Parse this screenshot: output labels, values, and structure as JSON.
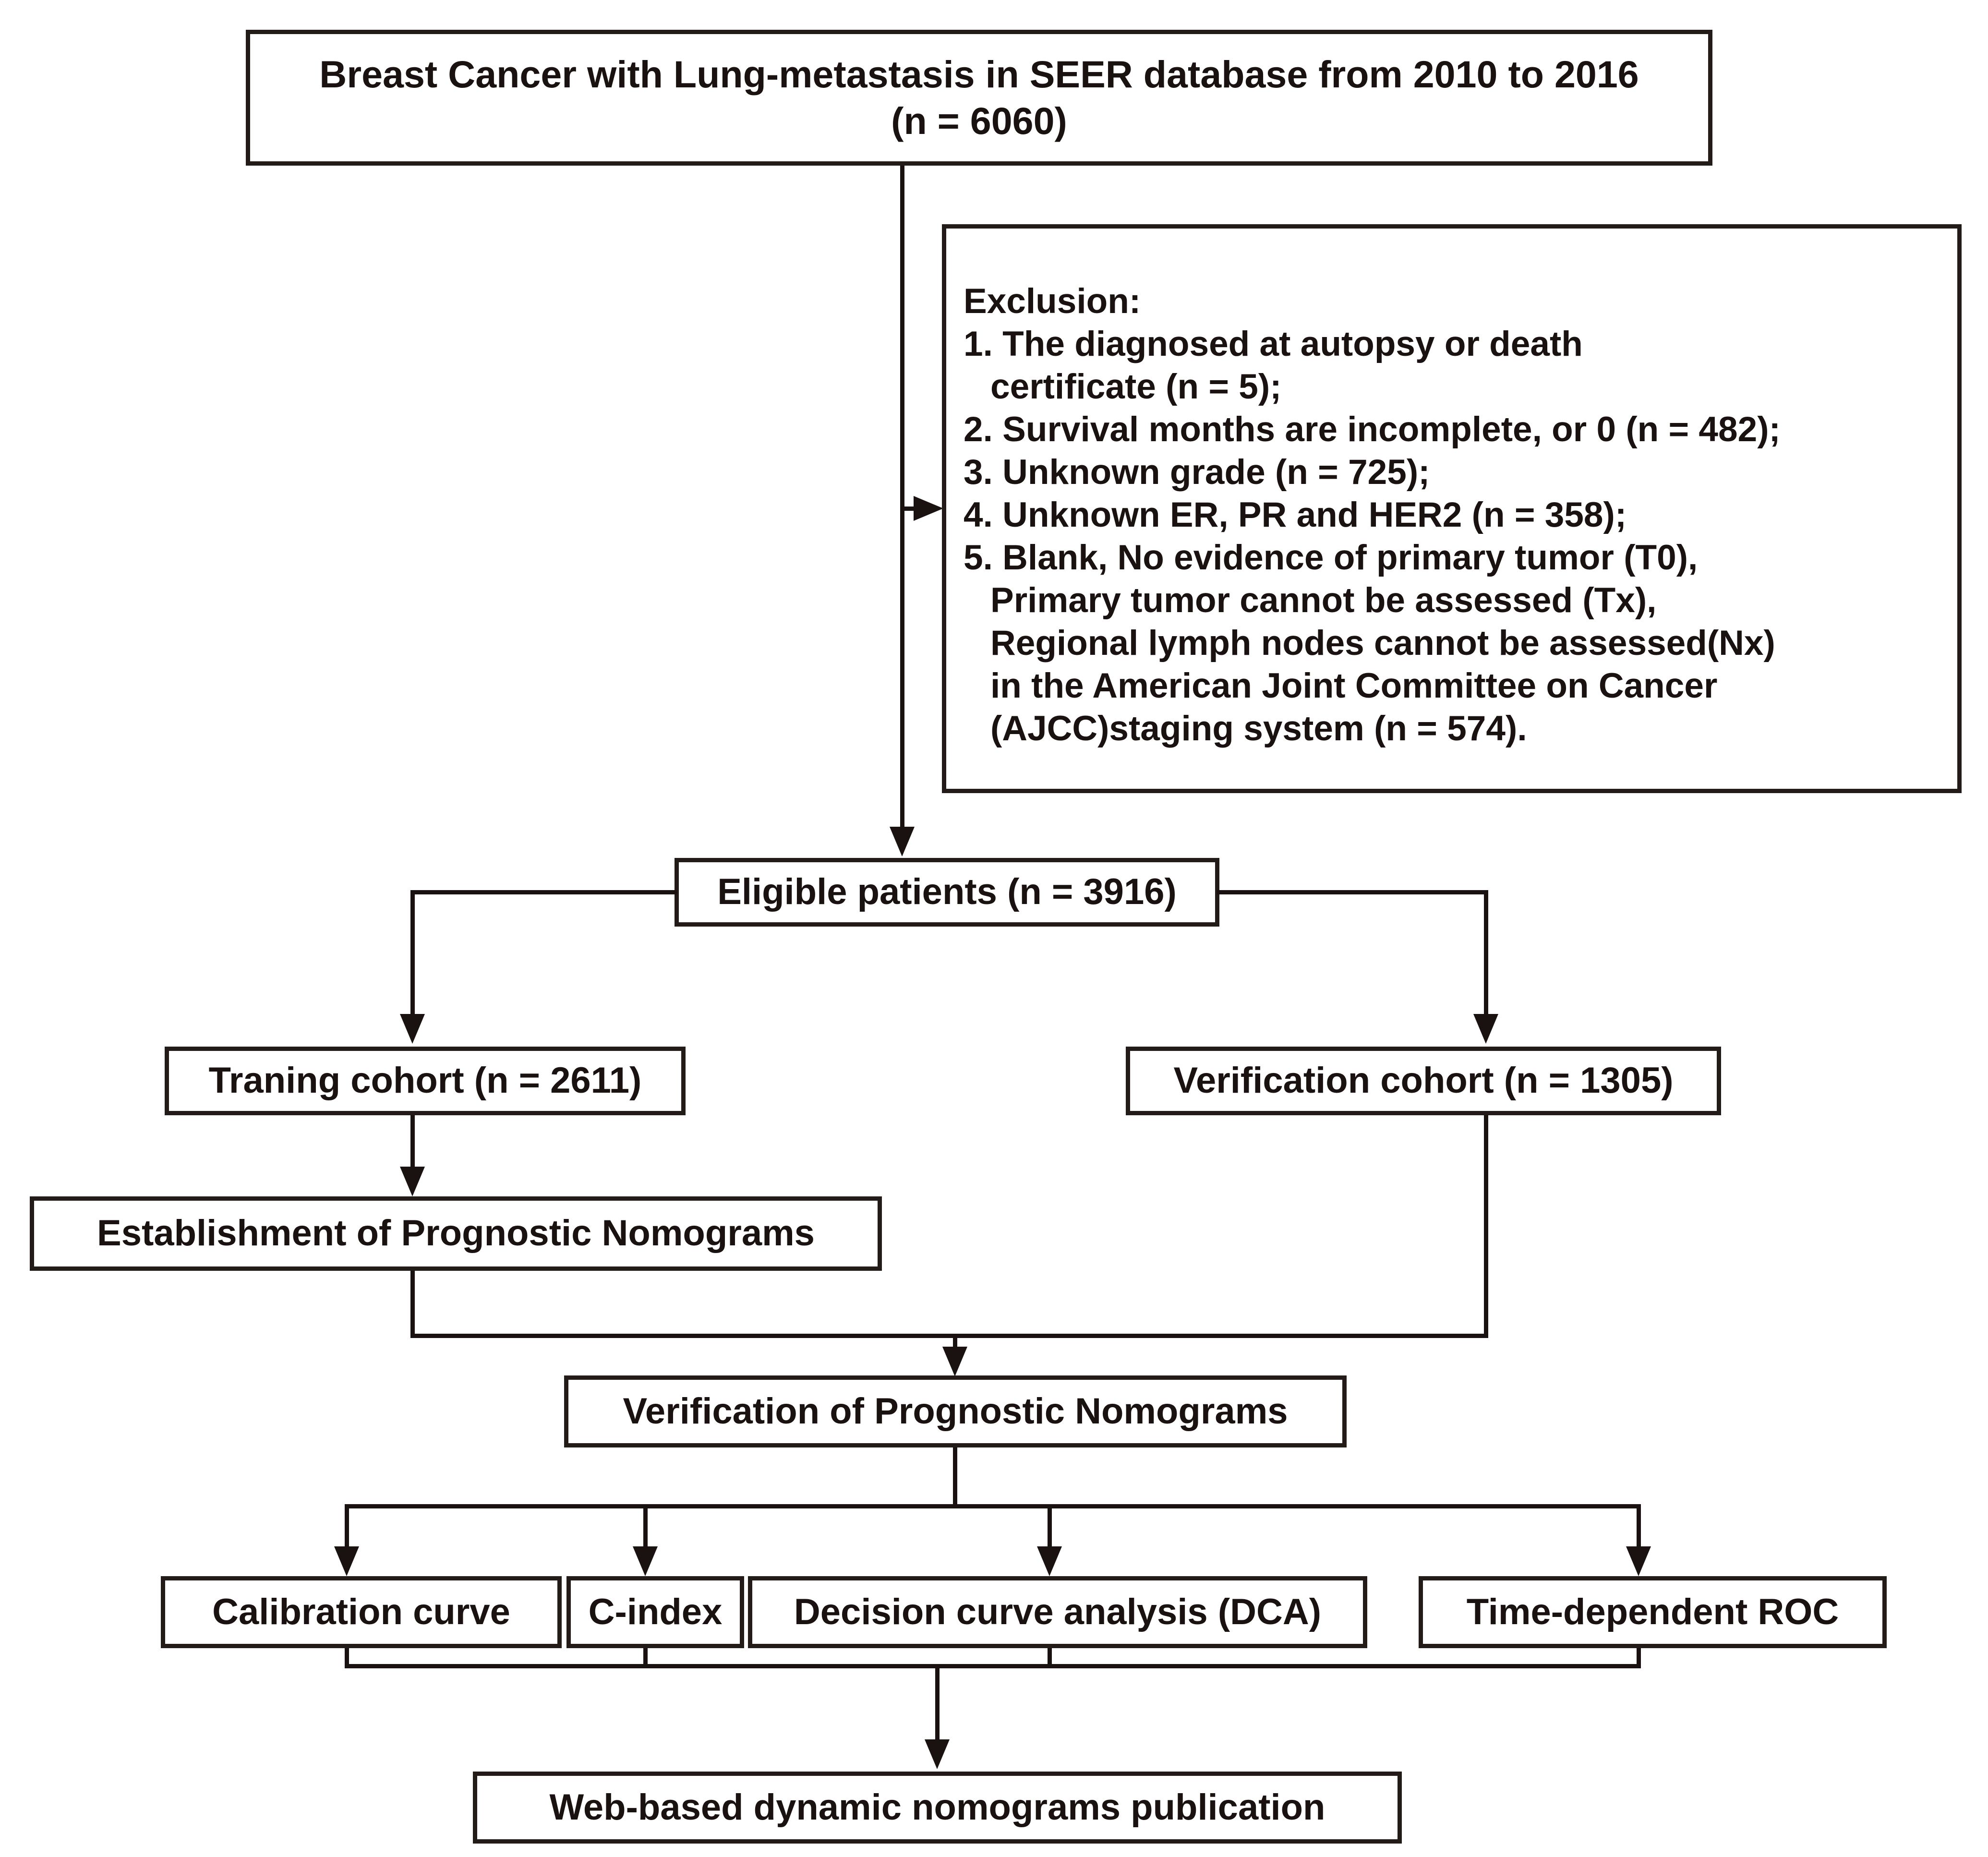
{
  "diagram": {
    "title": "Breast cancer lung metastasis SEER study flowchart",
    "colors": {
      "ink": "#1a1210",
      "box_border": "#231b17",
      "background": "#ffffff"
    }
  },
  "nodes": {
    "source": {
      "line1": "Breast Cancer with Lung-metastasis in SEER database from 2010 to 2016",
      "line2": "(n = 6060)"
    },
    "exclusion": {
      "heading": "Exclusion:",
      "items": [
        {
          "main": "1. The diagnosed at autopsy or death",
          "cont": [
            "certificate (n = 5);"
          ]
        },
        {
          "main": "2. Survival months are incomplete, or 0 (n = 482);",
          "cont": []
        },
        {
          "main": "3. Unknown grade (n = 725);",
          "cont": []
        },
        {
          "main": "4. Unknown ER, PR and HER2 (n = 358);",
          "cont": []
        },
        {
          "main": "5. Blank, No evidence of primary tumor (T0),",
          "cont": [
            "Primary tumor cannot be assessed (Tx),",
            "Regional lymph nodes cannot be assessed(Nx)",
            "in the American Joint Committee on Cancer",
            "(AJCC)staging system (n = 574)."
          ]
        }
      ]
    },
    "eligible": {
      "label": "Eligible patients (n = 3916)"
    },
    "training_cohort": {
      "label": "Traning cohort (n = 2611)"
    },
    "verification_cohort": {
      "label": "Verification cohort (n = 1305)"
    },
    "establishment": {
      "label": "Establishment of Prognostic Nomograms"
    },
    "verification_nomograms": {
      "label": "Verification of Prognostic Nomograms"
    },
    "calibration": {
      "label": "Calibration curve"
    },
    "cindex": {
      "label": "C-index"
    },
    "dca": {
      "label": "Decision curve analysis (DCA)"
    },
    "roc": {
      "label": "Time-dependent ROC"
    },
    "web": {
      "label": "Web-based dynamic nomograms publication"
    }
  },
  "counts": {
    "total_identified": 6060,
    "excluded_autopsy_or_death_certificate": 5,
    "excluded_survival_months_incomplete_or_zero": 482,
    "excluded_unknown_grade": 725,
    "excluded_unknown_er_pr_her2": 358,
    "excluded_ajcc_staging_unassessable": 574,
    "eligible": 3916,
    "training": 2611,
    "verification": 1305
  }
}
